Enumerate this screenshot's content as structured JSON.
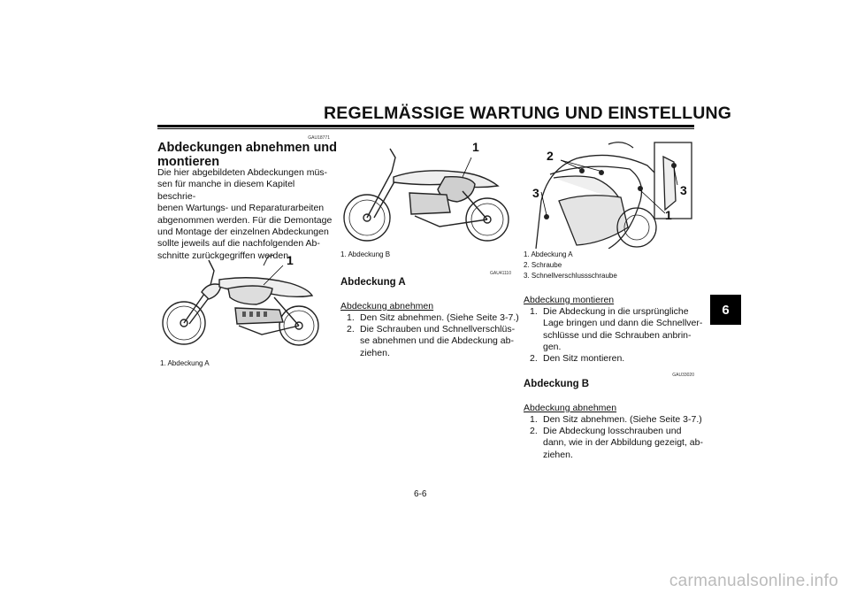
{
  "header": {
    "title": "REGELMÄSSIGE WARTUNG UND EINSTELLUNG"
  },
  "chapter_tab": "6",
  "col1": {
    "code": "GAU18771",
    "heading_line1": "Abdeckungen abnehmen und",
    "heading_line2": "montieren",
    "paragraph": [
      "Die hier abgebildeten Abdeckungen müs-",
      "sen für manche in diesem Kapitel beschrie-",
      "benen Wartungs- und Reparaturarbeiten",
      "abgenommen werden. Für die Demontage",
      "und Montage der einzelnen Abdeckungen",
      "sollte jeweils auf die nachfolgenden Ab-",
      "schnitte zurückgegriffen werden."
    ],
    "figure_callout": "1",
    "caption": "1. Abdeckung A"
  },
  "col2": {
    "figure_callout": "1",
    "caption": "1. Abdeckung B",
    "code": "GAU41110",
    "heading": "Abdeckung A",
    "subheading": "Abdeckung abnehmen",
    "steps": [
      {
        "n": "1.",
        "lines": [
          "Den Sitz abnehmen. (Siehe Seite 3-7.)"
        ]
      },
      {
        "n": "2.",
        "lines": [
          "Die Schrauben und Schnellverschlüs-",
          "se abnehmen und die Abdeckung ab-",
          "ziehen."
        ]
      }
    ]
  },
  "col3": {
    "figure_callouts": {
      "a": "2",
      "b": "3",
      "c": "3",
      "d": "1"
    },
    "captions": [
      "1. Abdeckung A",
      "2. Schraube",
      "3. Schnellverschlussschraube"
    ],
    "subheading1": "Abdeckung montieren",
    "steps1": [
      {
        "n": "1.",
        "lines": [
          "Die Abdeckung in die ursprüngliche",
          "Lage bringen und dann die Schnellver-",
          "schlüsse und die Schrauben anbrin-",
          "gen."
        ]
      },
      {
        "n": "2.",
        "lines": [
          "Den Sitz montieren."
        ]
      }
    ],
    "code": "GAU33020",
    "heading": "Abdeckung B",
    "subheading2": "Abdeckung abnehmen",
    "steps2": [
      {
        "n": "1.",
        "lines": [
          "Den Sitz abnehmen. (Siehe Seite 3-7.)"
        ]
      },
      {
        "n": "2.",
        "lines": [
          "Die Abdeckung losschrauben und",
          "dann, wie in der Abbildung gezeigt, ab-",
          "ziehen."
        ]
      }
    ]
  },
  "page_number": "6-6",
  "watermark": "carmanualsonline.info"
}
